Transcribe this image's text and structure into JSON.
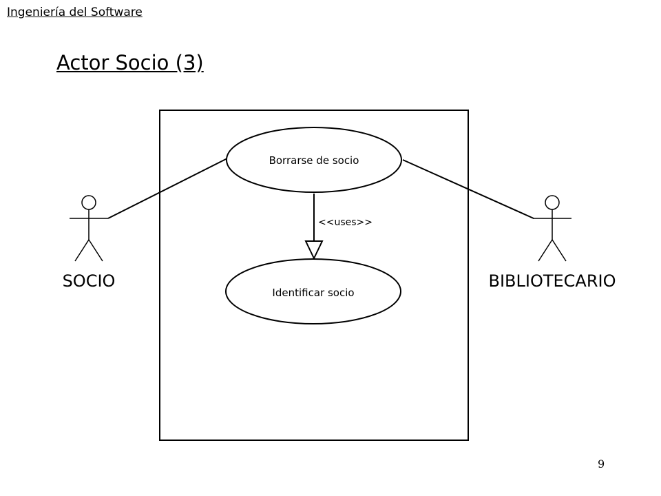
{
  "header": {
    "course": "Ingeniería del Software"
  },
  "slide": {
    "title": "Actor Socio (3)",
    "page_number": "9"
  },
  "diagram": {
    "actors": {
      "left": "SOCIO",
      "right": "BIBLIOTECARIO"
    },
    "use_cases": {
      "top": "Borrarse de socio",
      "bottom": "Identificar socio"
    },
    "relationship": {
      "stereotype": "<<uses>>"
    }
  }
}
